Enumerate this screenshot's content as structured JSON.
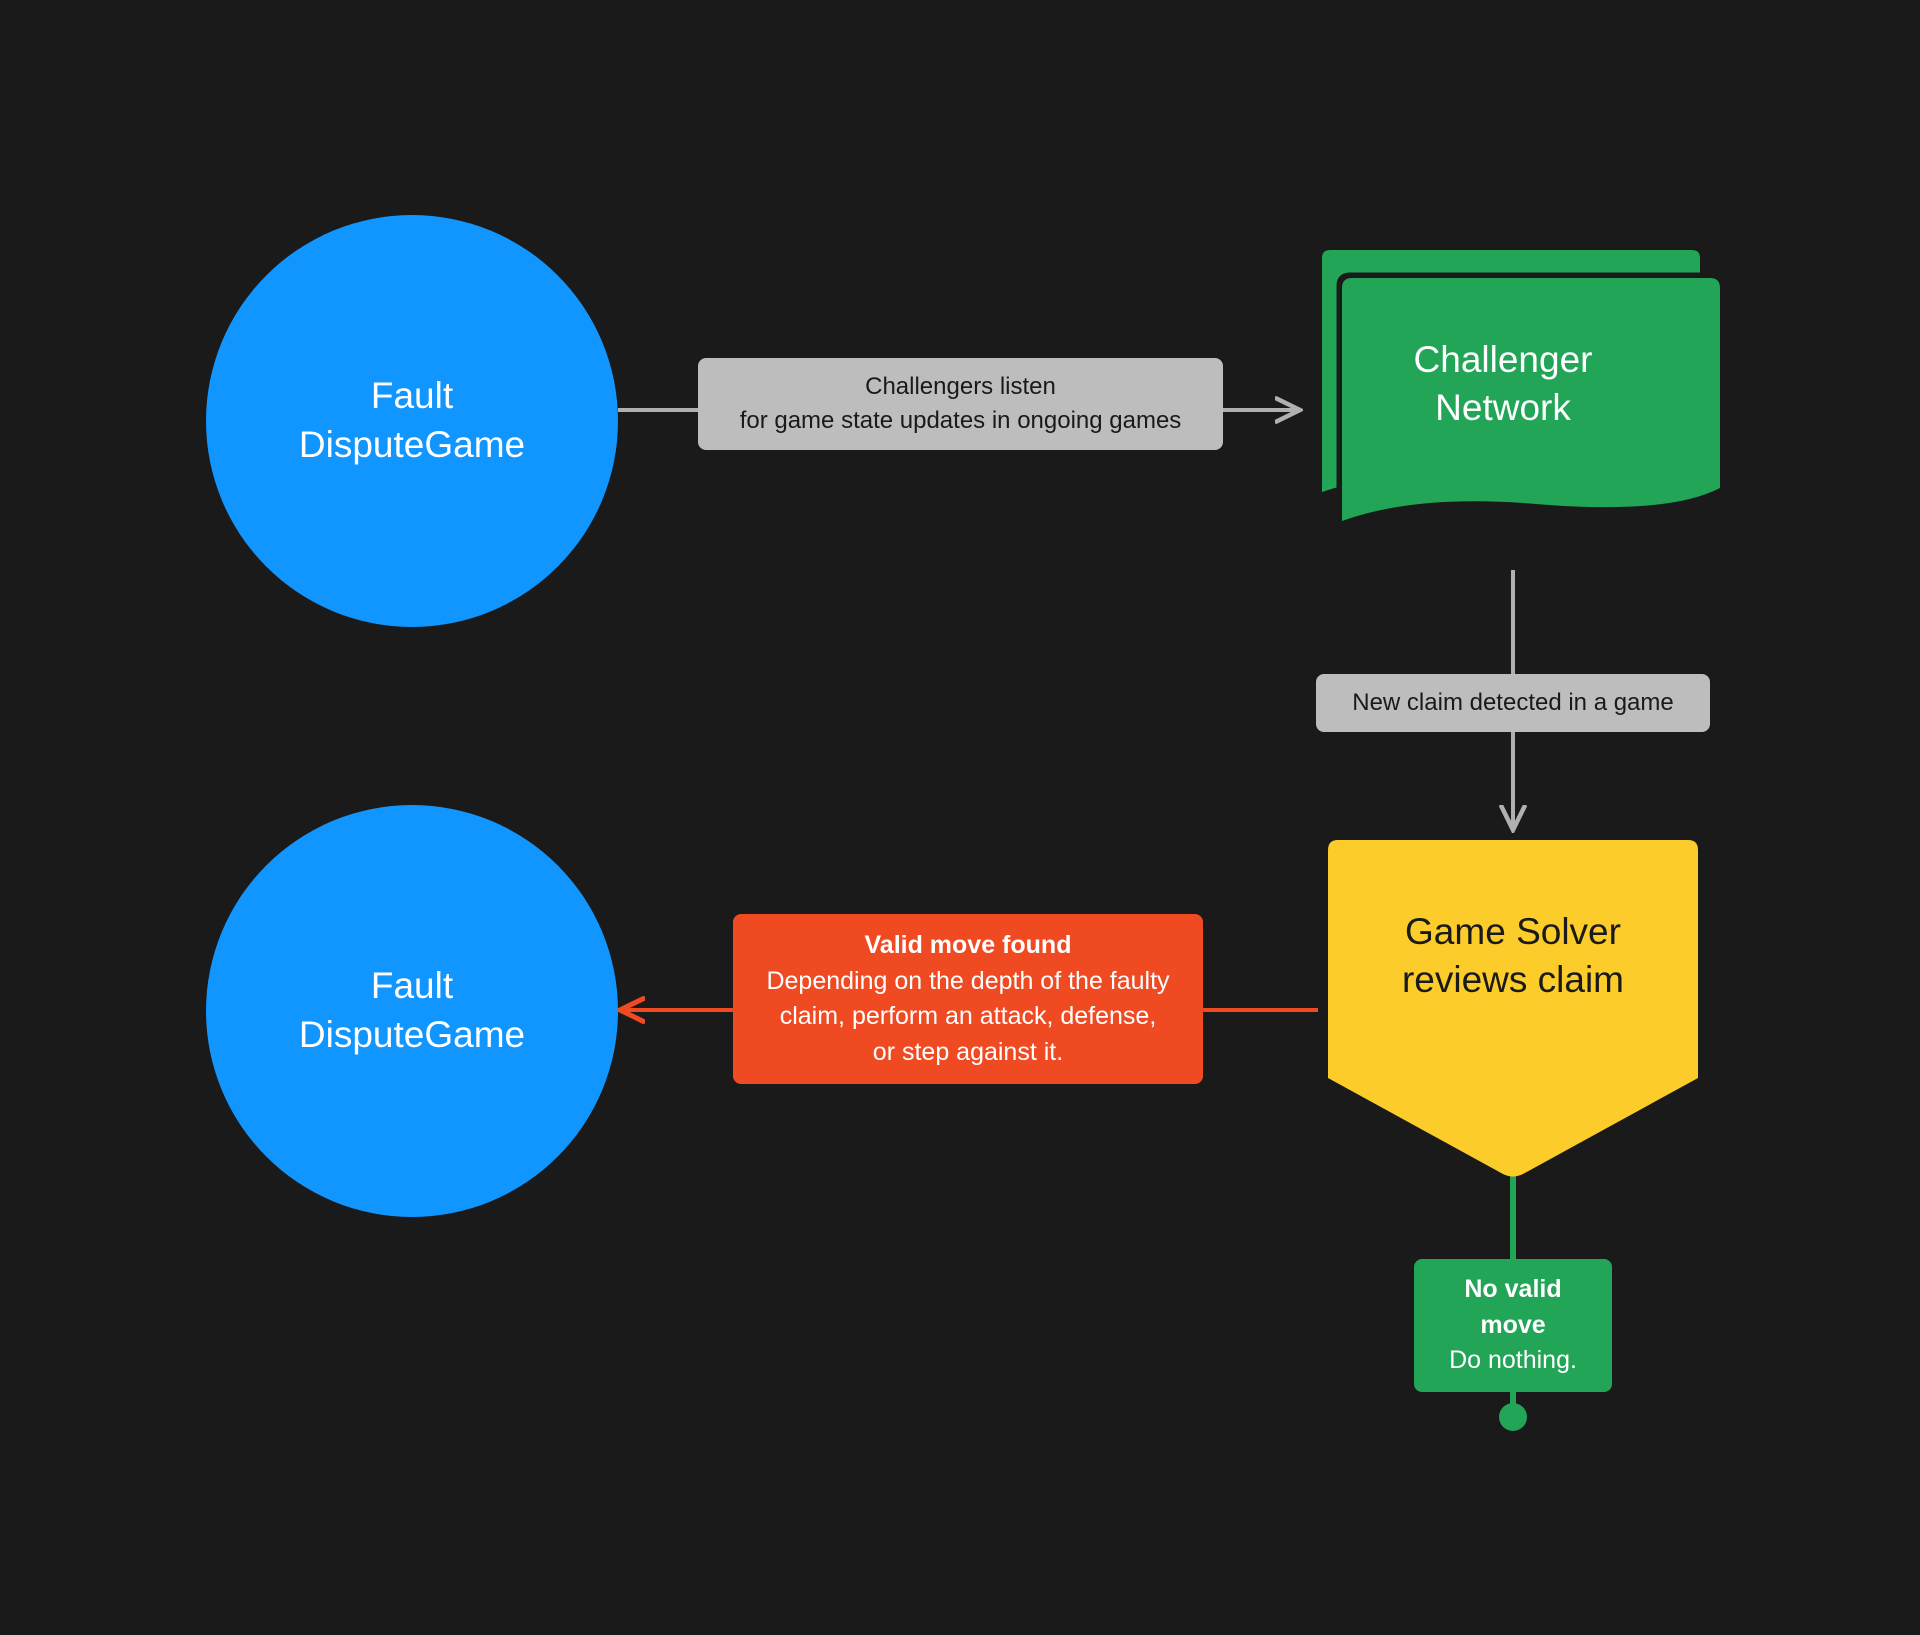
{
  "diagram": {
    "title": "Fault Dispute Game challenger flow",
    "background_color": "#1a1a1a",
    "colors": {
      "blue": "#1195ff",
      "green": "#22a557",
      "yellow": "#fccd2a",
      "orange": "#f04a23",
      "gray_label": "#bdbdbd",
      "gray_arrow": "#b0b0b0"
    }
  },
  "nodes": {
    "fault_dispute_game_top": {
      "label": "Fault\nDisputeGame",
      "shape": "circle",
      "color": "#1195ff"
    },
    "challenger_network": {
      "label": "Challenger\nNetwork",
      "shape": "stacked-document",
      "color": "#22a557"
    },
    "game_solver": {
      "label": "Game Solver\nreviews claim",
      "shape": "pentagon",
      "color": "#fccd2a"
    },
    "fault_dispute_game_bottom": {
      "label": "Fault\nDisputeGame",
      "shape": "circle",
      "color": "#1195ff"
    }
  },
  "edges": {
    "listen": {
      "label": "Challengers listen\nfor game state updates in ongoing games",
      "color": "#bdbdbd",
      "from": "fault_dispute_game_top",
      "to": "challenger_network"
    },
    "new_claim": {
      "label": "New claim detected in a game",
      "color": "#bdbdbd",
      "from": "challenger_network",
      "to": "game_solver"
    },
    "valid_move": {
      "label_bold": "Valid move found",
      "label_body": "Depending on the depth of the faulty\nclaim, perform an attack, defense,\nor step against it.",
      "color": "#f04a23",
      "from": "game_solver",
      "to": "fault_dispute_game_bottom"
    },
    "no_valid_move": {
      "label_bold": "No valid move",
      "label_body": "Do nothing.",
      "color": "#22a557",
      "from": "game_solver",
      "to": "end-dot"
    }
  }
}
